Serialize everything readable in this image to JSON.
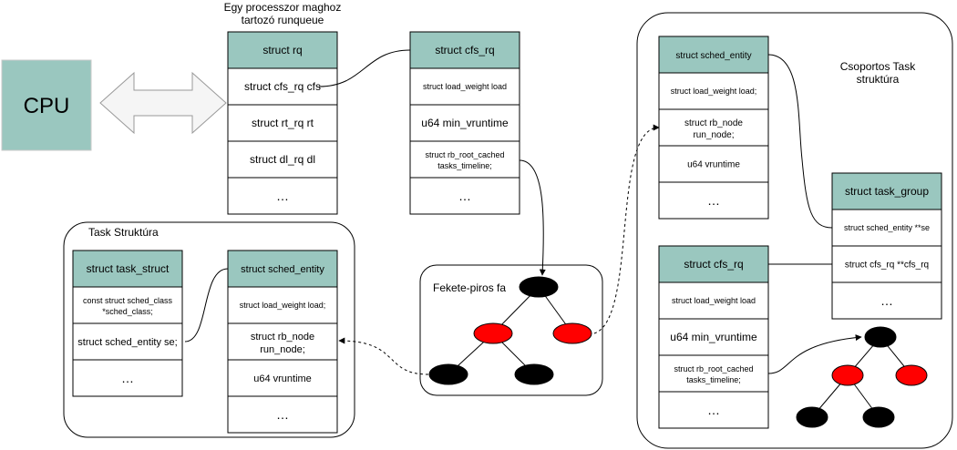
{
  "colors": {
    "header_fill": "#9ac7bf",
    "cpu_fill": "#9ac7bf",
    "red_node": "#ff0000",
    "black_node": "#000000",
    "arrow_fill": "#f5f5f5"
  },
  "cpu": {
    "label": "CPU"
  },
  "rq_caption": [
    "Egy processzor maghoz",
    "tartozó runqueue"
  ],
  "struct_rq": {
    "header": "struct rq",
    "rows": [
      "struct cfs_rq cfs",
      "struct rt_rq rt",
      "struct dl_rq dl",
      "…"
    ]
  },
  "struct_cfs_rq": {
    "header": "struct cfs_rq",
    "rows": [
      "struct load_weight load",
      "u64 min_vruntime",
      "struct rb_root_cached tasks_timeline;",
      "…"
    ]
  },
  "task_container": {
    "title": "Task Struktúra"
  },
  "task_struct": {
    "header": "struct task_struct",
    "rows": [
      "const struct sched_class *sched_class;",
      "struct sched_entity se;",
      "…"
    ]
  },
  "task_sched_entity": {
    "header": "struct sched_entity",
    "rows": [
      "struct load_weight load;",
      "struct rb_node run_node;",
      "u64 vruntime",
      "…"
    ]
  },
  "rbtree_container": {
    "title": "Fekete-piros fa"
  },
  "group_container": {
    "title": [
      "Csoportos Task",
      "struktúra"
    ]
  },
  "group_sched_entity": {
    "header": "struct sched_entity",
    "rows": [
      "struct load_weight load;",
      "struct rb_node run_node;",
      "u64 vruntime",
      "…"
    ]
  },
  "group_cfs_rq": {
    "header": "struct cfs_rq",
    "rows": [
      "struct load_weight load",
      "u64 min_vruntime",
      "struct rb_root_cached tasks_timeline;",
      "…"
    ]
  },
  "task_group": {
    "header": "struct task_group",
    "rows": [
      "struct sched_entity **se",
      "struct cfs_rq **cfs_rq",
      "…"
    ]
  }
}
